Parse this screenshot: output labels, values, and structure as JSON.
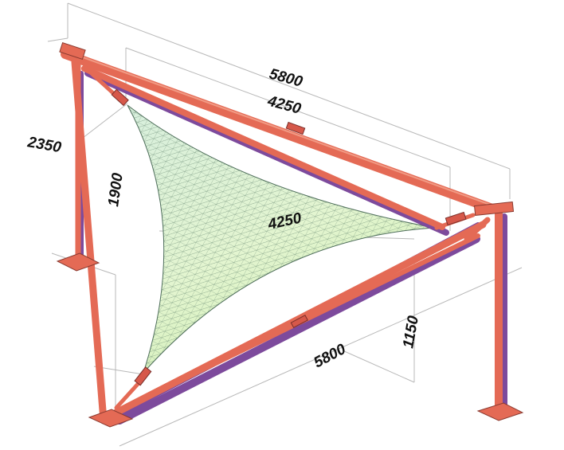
{
  "dimensions": {
    "top_length": "5800",
    "top_inner_length": "4250",
    "left_height": "2350",
    "membrane_height": "1900",
    "membrane_span": "4250",
    "right_height": "1150",
    "base_length": "5800"
  },
  "colors": {
    "frame": "#e46a55",
    "frame_dark": "#b24a4a",
    "frame_shadow": "#7d4a9c",
    "membrane_light": "#f2fbd6",
    "membrane_dark": "#a9d9b4",
    "mesh": "#5e7f6a",
    "guide": "#b8b8b8"
  }
}
